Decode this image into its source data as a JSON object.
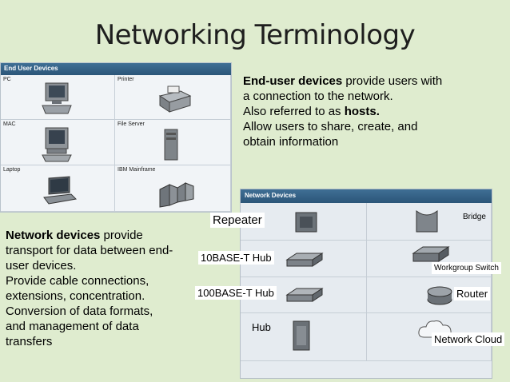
{
  "title": "Networking Terminology",
  "end_user_panel": {
    "header": "End User Devices",
    "cells": [
      {
        "label": "PC",
        "icon": "pc-icon"
      },
      {
        "label": "Printer",
        "icon": "printer-icon"
      },
      {
        "label": "MAC",
        "icon": "mac-icon"
      },
      {
        "label": "File Server",
        "icon": "file-server-icon"
      },
      {
        "label": "Laptop",
        "icon": "laptop-icon"
      },
      {
        "label": "IBM Mainframe",
        "icon": "mainframe-icon"
      }
    ]
  },
  "end_user_text": {
    "term": "End-user devices",
    "line1_rest": " provide users with",
    "line2": "a connection to the network.",
    "line3_prefix": "Also referred to as ",
    "line3_bold": "hosts.",
    "line4": "Allow users to share, create, and",
    "line5": "obtain information"
  },
  "network_panel": {
    "header": "Network Devices",
    "labels": {
      "repeater": "Repeater",
      "bridge": "Bridge",
      "hub10": "10BASE-T Hub",
      "workgroup_switch": "Workgroup Switch",
      "hub100": "100BASE-T Hub",
      "router": "Router",
      "hub": "Hub",
      "network_cloud": "Network Cloud"
    }
  },
  "network_text": {
    "term": "Network devices",
    "line1_rest": " provide",
    "line2": "transport for data between end-",
    "line3": "user devices.",
    "line4": "Provide cable connections,",
    "line5": "extensions, concentration.",
    "line6": "Conversion of data formats,",
    "line7": "and management of data",
    "line8": "transfers"
  },
  "colors": {
    "background": "#dfeccf",
    "panel_header": "#2b5578"
  }
}
